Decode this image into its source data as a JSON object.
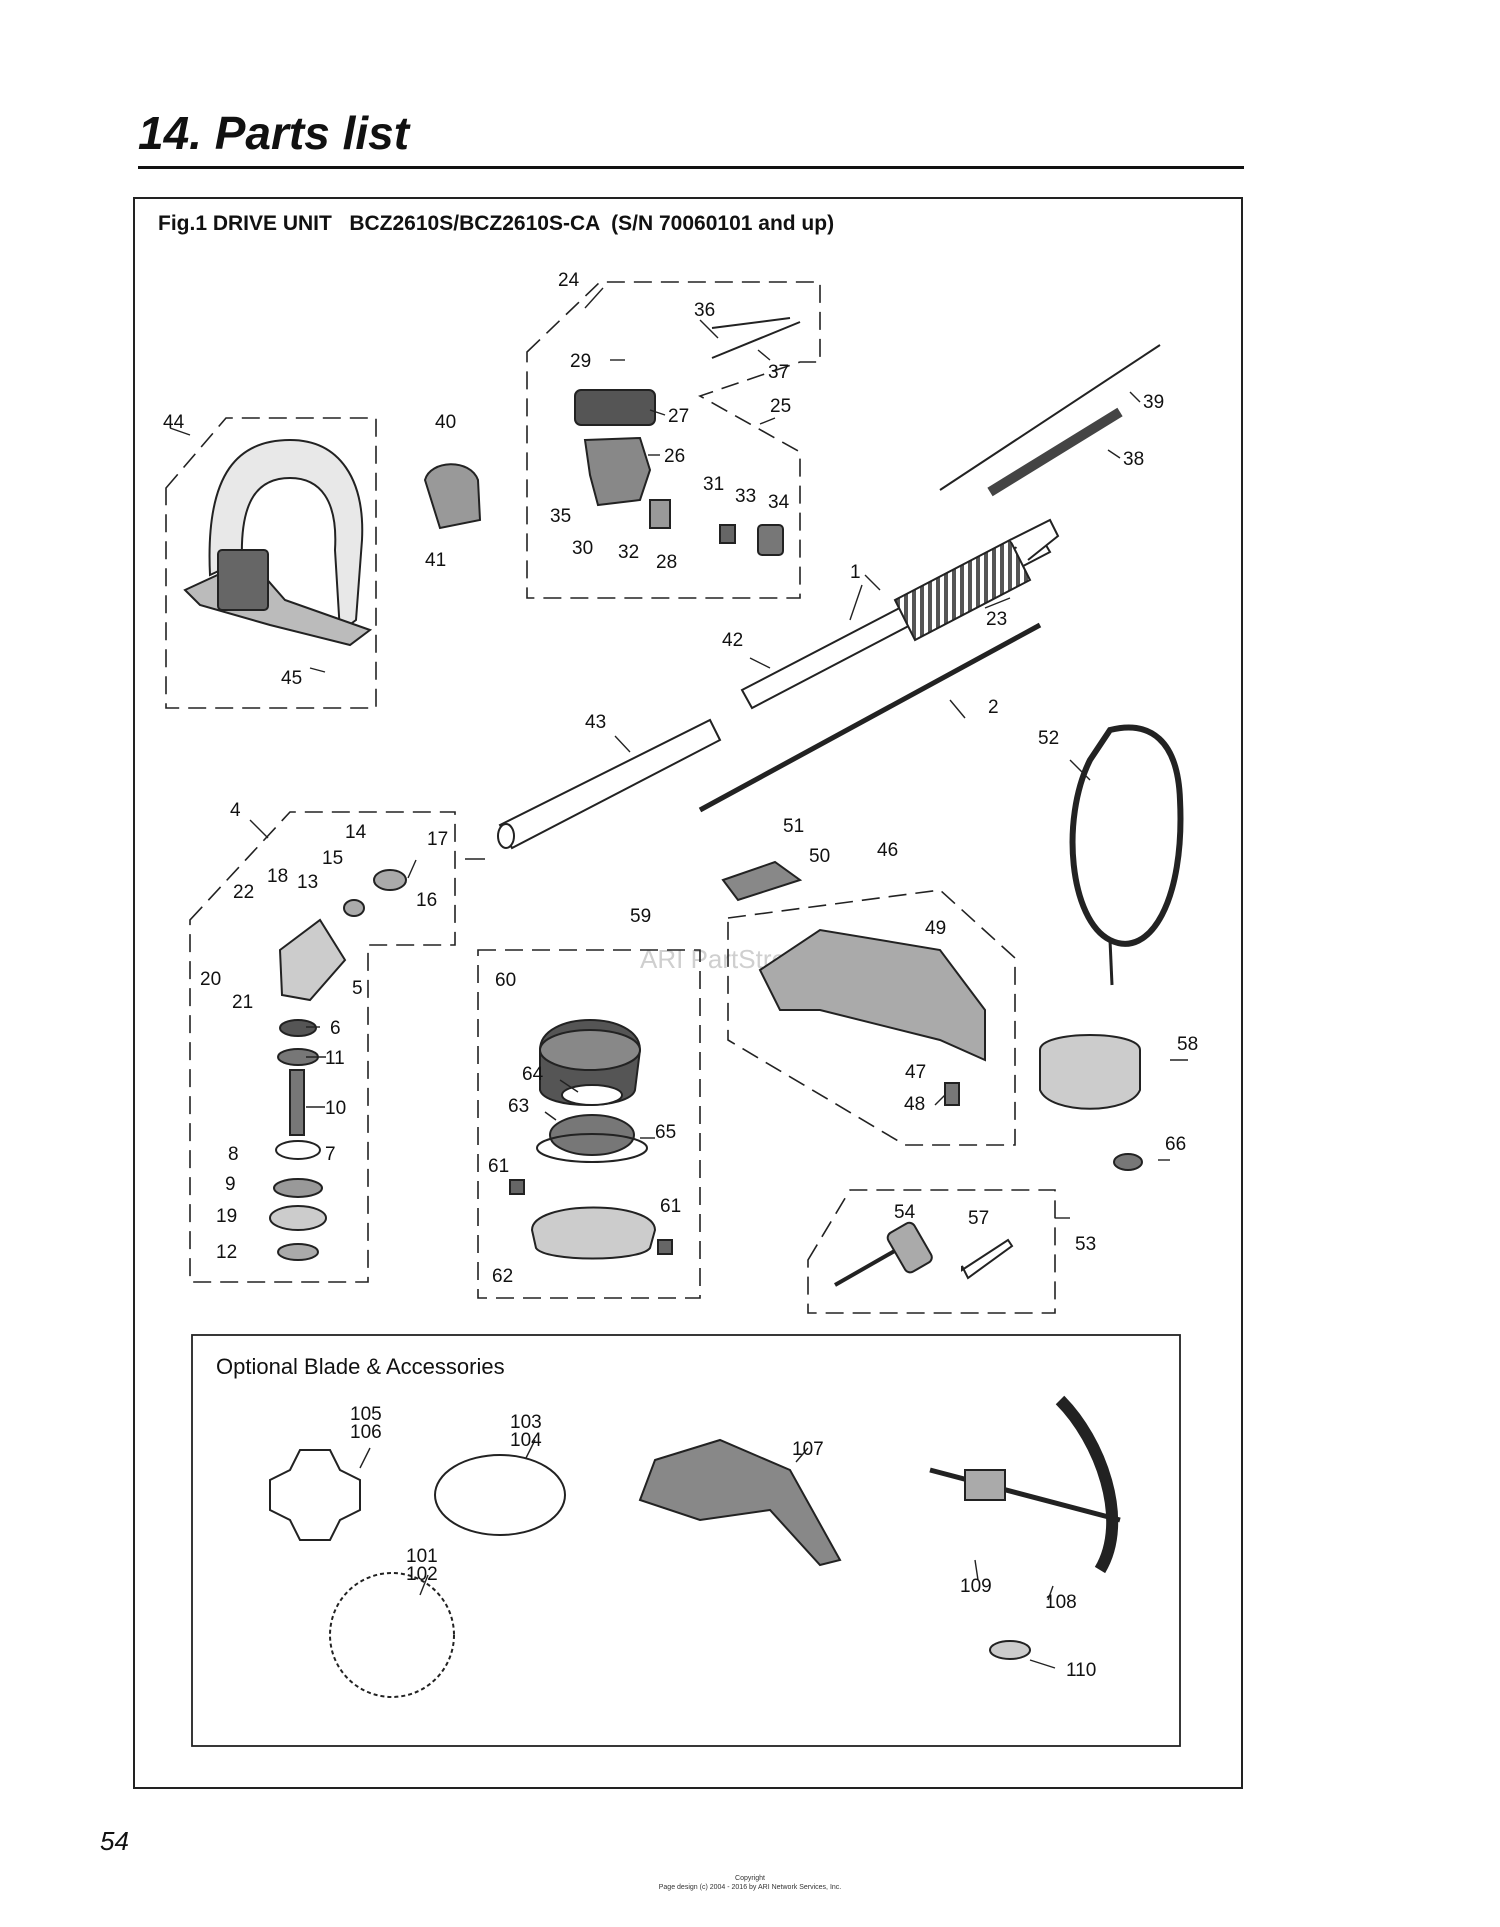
{
  "page": {
    "title": "14. Parts list",
    "figure_caption": "Fig.1 DRIVE UNIT   BCZ2610S/BCZ2610S-CA  (S/N 70060101 and up)",
    "page_number": "54",
    "watermark": "ARI PartStream™",
    "footer_line1": "Copyright",
    "footer_line2": "Page design (c) 2004 - 2016 by ARI Network Services, Inc."
  },
  "accessories": {
    "title": "Optional Blade & Accessories"
  },
  "callouts": [
    "24",
    "36",
    "29",
    "37",
    "39",
    "27",
    "25",
    "44",
    "40",
    "26",
    "38",
    "31",
    "33",
    "34",
    "35",
    "30",
    "32",
    "28",
    "41",
    "1",
    "23",
    "42",
    "45",
    "2",
    "43",
    "52",
    "4",
    "14",
    "17",
    "15",
    "16",
    "18",
    "13",
    "22",
    "51",
    "50",
    "46",
    "59",
    "49",
    "20",
    "5",
    "21",
    "60",
    "6",
    "11",
    "64",
    "10",
    "63",
    "65",
    "8",
    "7",
    "61",
    "9",
    "19",
    "12",
    "62",
    "47",
    "48",
    "58",
    "66",
    "54",
    "57",
    "53",
    "105",
    "106",
    "103",
    "104",
    "107",
    "101",
    "102",
    "109",
    "108",
    "110"
  ]
}
